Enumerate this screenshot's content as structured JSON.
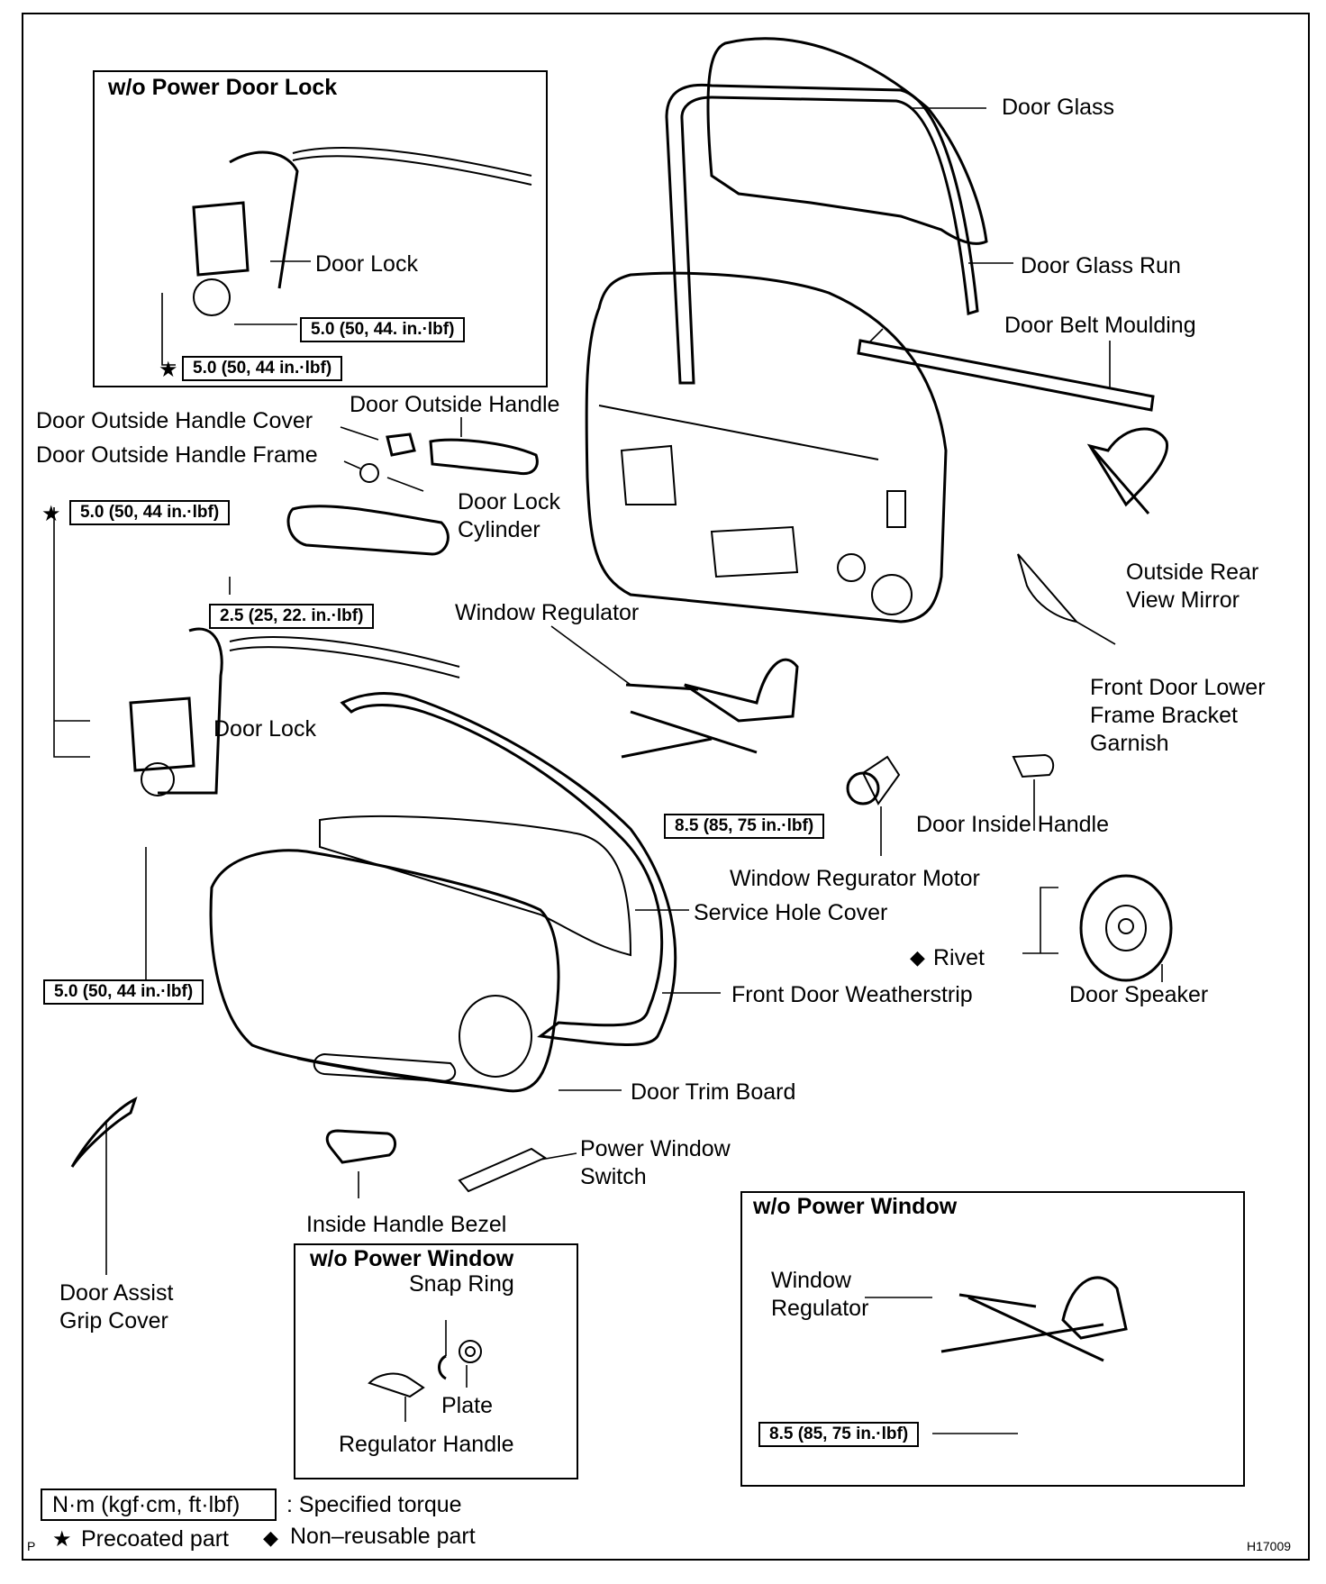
{
  "insets": {
    "wo_power_door_lock": "w/o Power Door Lock",
    "wo_power_window_right": "w/o Power Window",
    "wo_power_window_bottom": "w/o Power Window"
  },
  "labels": {
    "door_glass": "Door Glass",
    "door_glass_run": "Door Glass Run",
    "door_belt_moulding": "Door Belt Moulding",
    "door_lock_top": "Door Lock",
    "door_outside_handle_cover": "Door Outside Handle Cover",
    "door_outside_handle": "Door Outside Handle",
    "door_outside_handle_frame": "Door Outside Handle Frame",
    "door_lock_cylinder_1": "Door Lock",
    "door_lock_cylinder_2": "Cylinder",
    "outside_rear_view_mirror_1": "Outside Rear",
    "outside_rear_view_mirror_2": "View Mirror",
    "window_regulator": "Window Regulator",
    "front_door_lower_1": "Front Door Lower",
    "front_door_lower_2": "Frame Bracket",
    "front_door_lower_3": "Garnish",
    "door_lock_main": "Door Lock",
    "door_inside_handle": "Door Inside Handle",
    "window_regurator_motor": "Window Regurator Motor",
    "service_hole_cover": "Service Hole Cover",
    "rivet": "Rivet",
    "front_door_weatherstrip": "Front Door Weatherstrip",
    "door_speaker": "Door Speaker",
    "door_trim_board": "Door Trim Board",
    "power_window_switch_1": "Power Window",
    "power_window_switch_2": "Switch",
    "inside_handle_bezel": "Inside Handle Bezel",
    "door_assist_grip_cover_1": "Door Assist",
    "door_assist_grip_cover_2": "Grip Cover",
    "snap_ring": "Snap Ring",
    "plate": "Plate",
    "regulator_handle": "Regulator Handle",
    "window_regulator_inset_1": "Window",
    "window_regulator_inset_2": "Regulator"
  },
  "torques": {
    "t1": "5.0 (50, 44. in.·lbf)",
    "t2": "5.0 (50, 44 in.·lbf)",
    "t3": "5.0 (50, 44 in.·lbf)",
    "t4": "2.5 (25, 22. in.·lbf)",
    "t5": "8.5 (85, 75 in.·lbf)",
    "t6": "5.0 (50, 44 in.·lbf)",
    "t7": "8.5 (85, 75 in.·lbf)"
  },
  "legend": {
    "unit_box": "N·m (kgf·cm, ft·lbf)",
    "unit_desc": ": Specified torque",
    "precoated": "Precoated part",
    "nonreusable": "Non–reusable part",
    "p_mark": "P",
    "figure_code": "H17009"
  },
  "symbols": {
    "star": "★",
    "diamond": "◆"
  }
}
